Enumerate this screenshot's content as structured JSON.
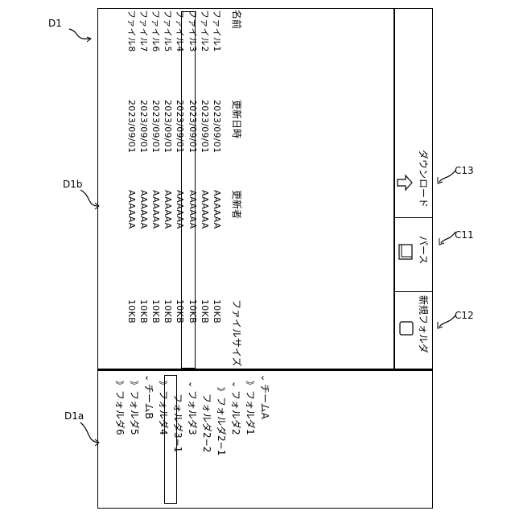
{
  "labels": {
    "d1": "D1",
    "d1a": "D1a",
    "d1b": "D1b",
    "c11": "C11",
    "c12": "C12",
    "c13": "C13"
  },
  "tree": [
    {
      "label": "チームA",
      "level": 0,
      "expanded": true
    },
    {
      "label": "フォルダ1",
      "level": 1,
      "expanded": false
    },
    {
      "label": "フォルダ2",
      "level": 1,
      "expanded": true
    },
    {
      "label": "フォルダ2−1",
      "level": 2,
      "expanded": false
    },
    {
      "label": "フォルダ2−2",
      "level": 3,
      "selected": true
    },
    {
      "label": "フォルダ3",
      "level": 1,
      "expanded": true
    },
    {
      "label": "フォルダ3−1",
      "level": 3
    },
    {
      "label": "フォルダ4",
      "level": 1,
      "expanded": false
    },
    {
      "label": "チームB",
      "level": 0,
      "expanded": true
    },
    {
      "label": "フォルダ5",
      "level": 1,
      "expanded": false
    },
    {
      "label": "フォルダ6",
      "level": 1,
      "expanded": false
    }
  ],
  "table": {
    "headers": {
      "name": "名前",
      "updated": "更新日時",
      "updater": "更新者",
      "size": "ファイルサイズ"
    },
    "rows": [
      {
        "name": "ファイル1",
        "updated": "2023/09/01",
        "updater": "AAAAAA",
        "size": "10KB"
      },
      {
        "name": "ファイル2",
        "updated": "2023/09/01",
        "updater": "AAAAAA",
        "size": "10KB"
      },
      {
        "name": "ファイル3",
        "updated": "2023/09/01",
        "updater": "AAAAAA",
        "size": "10KB"
      },
      {
        "name": "ファイル4",
        "updated": "2023/09/01",
        "updater": "AAAAAA",
        "size": "10KB"
      },
      {
        "name": "ファイル5",
        "updated": "2023/09/01",
        "updater": "AAAAAA",
        "size": "10KB",
        "selected": true
      },
      {
        "name": "ファイル6",
        "updated": "2023/09/01",
        "updater": "AAAAAA",
        "size": "10KB"
      },
      {
        "name": "ファイル7",
        "updated": "2023/09/01",
        "updater": "AAAAAA",
        "size": "10KB"
      },
      {
        "name": "ファイル8",
        "updated": "2023/09/01",
        "updater": "AAAAAA",
        "size": "10KB"
      }
    ]
  },
  "toolbar": {
    "new_folder": "新規フォルダ",
    "parse": "パース",
    "download": "ダウンロード"
  }
}
